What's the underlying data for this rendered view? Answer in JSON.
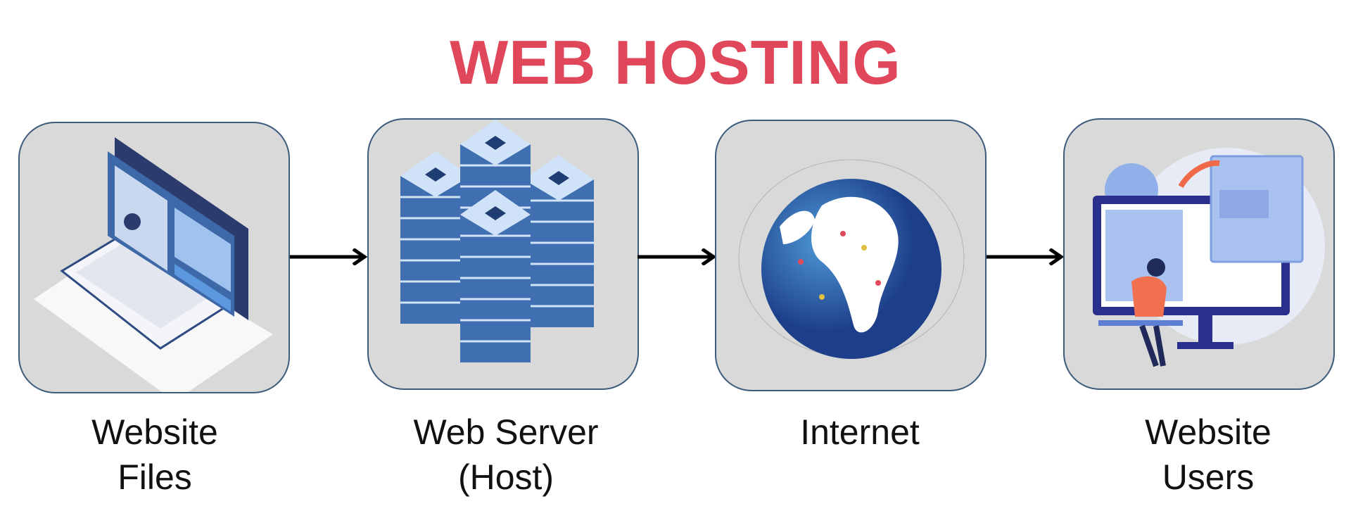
{
  "title": "WEB HOSTING",
  "steps": [
    {
      "line1": "Website",
      "line2": "Files",
      "icon": "laptop-icon"
    },
    {
      "line1": "Web Server",
      "line2": "(Host)",
      "icon": "server-icon"
    },
    {
      "line1": "Internet",
      "line2": "",
      "icon": "globe-icon"
    },
    {
      "line1": "Website",
      "line2": "Users",
      "icon": "user-computer-icon"
    }
  ],
  "colors": {
    "title": "#e0475a",
    "box_fill": "#d9d9d9",
    "box_border": "#3d5b7c",
    "arrow": "#000000"
  }
}
